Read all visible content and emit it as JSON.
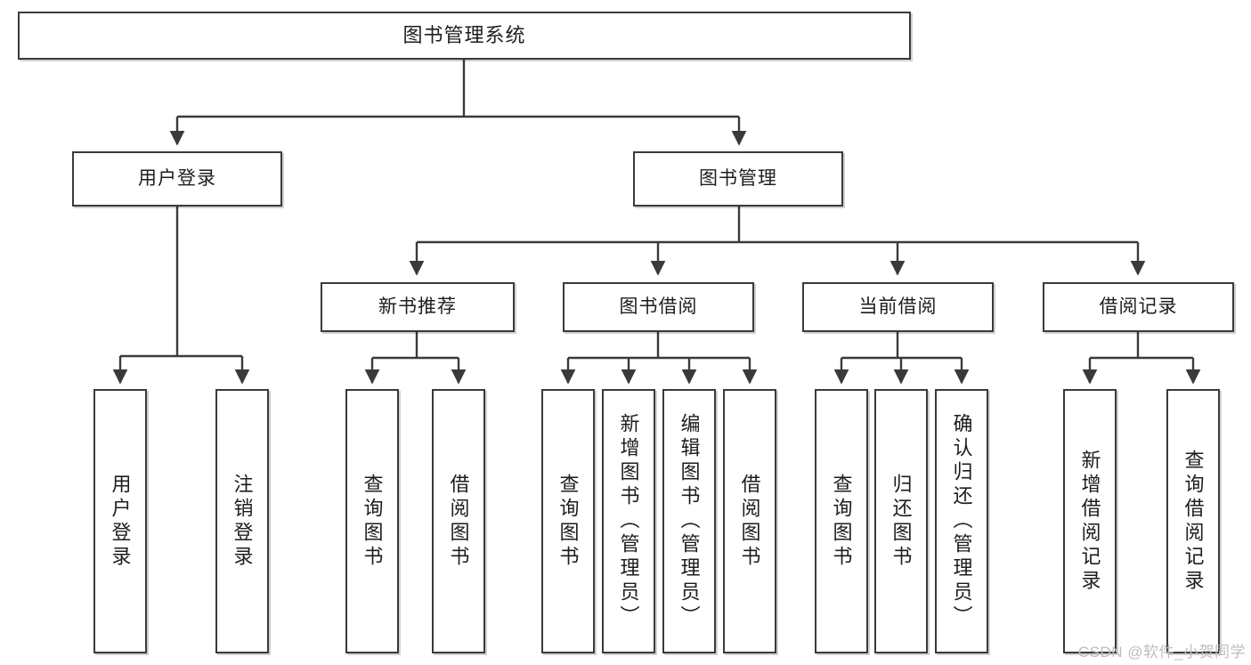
{
  "diagram": {
    "title": "图书管理系统",
    "type": "tree-hierarchy",
    "watermark": "CSDN @软件_小贺同学",
    "edge_color": "#3a3a3a",
    "node_border_color": "#3a3a3a",
    "node_fill_color": "#ffffff",
    "text_color": "#1d1d1d"
  },
  "nodes": {
    "root": {
      "label": "图书管理系统"
    },
    "level1": [
      {
        "id": "user-login",
        "label": "用户登录"
      },
      {
        "id": "book-manage",
        "label": "图书管理"
      }
    ],
    "level2": [
      {
        "id": "new-book-rec",
        "label": "新书推荐"
      },
      {
        "id": "book-borrow",
        "label": "图书借阅"
      },
      {
        "id": "current-borrow",
        "label": "当前借阅"
      },
      {
        "id": "borrow-record",
        "label": "借阅记录"
      }
    ],
    "leaves": {
      "user-login": [
        {
          "id": "leaf-user-login",
          "label": "用户登录"
        },
        {
          "id": "leaf-user-logout",
          "label": "注销登录"
        }
      ],
      "new-book-rec": [
        {
          "id": "leaf-query-book-1",
          "label": "查询图书"
        },
        {
          "id": "leaf-borrow-book-1",
          "label": "借阅图书"
        }
      ],
      "book-borrow": [
        {
          "id": "leaf-query-book-2",
          "label": "查询图书"
        },
        {
          "id": "leaf-add-book",
          "label": "新增图书（管理员）"
        },
        {
          "id": "leaf-edit-book",
          "label": "编辑图书（管理员）"
        },
        {
          "id": "leaf-borrow-book-2",
          "label": "借阅图书"
        }
      ],
      "current-borrow": [
        {
          "id": "leaf-query-book-3",
          "label": "查询图书"
        },
        {
          "id": "leaf-return-book",
          "label": "归还图书"
        },
        {
          "id": "leaf-confirm-return",
          "label": "确认归还（管理员）"
        }
      ],
      "borrow-record": [
        {
          "id": "leaf-add-record",
          "label": "新增借阅记录"
        },
        {
          "id": "leaf-query-record",
          "label": "查询借阅记录"
        }
      ]
    }
  }
}
